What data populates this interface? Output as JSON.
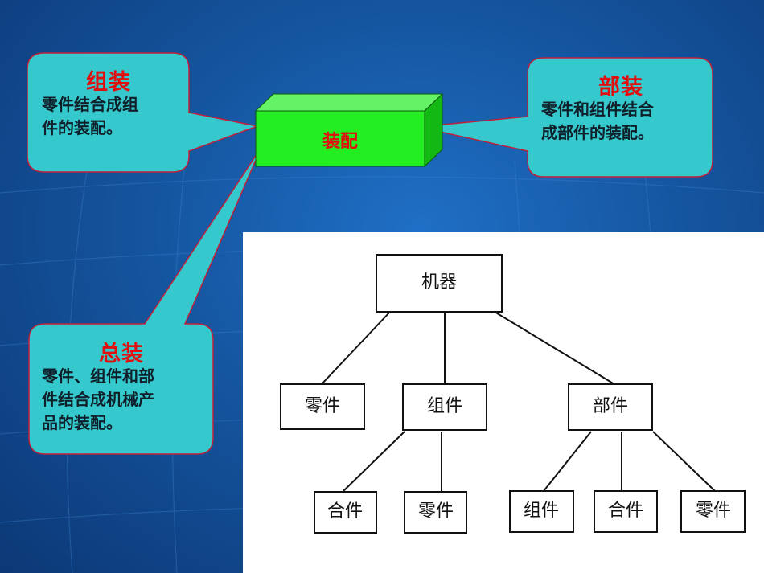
{
  "assembly_box": {
    "label": "装配"
  },
  "callouts": {
    "zuzhuang": {
      "title": "组装",
      "text": "零件结合成组\n件的装配。"
    },
    "buzhuang": {
      "title": "部装",
      "text": "零件和组件结合\n成部件的装配。"
    },
    "zongzhuang": {
      "title": "总装",
      "text": "零件、组件和部\n件结合成机械产\n品的装配。"
    }
  },
  "tree": {
    "root": "机器",
    "level1": [
      "零件",
      "组件",
      "部件"
    ],
    "level2_under_zujian": [
      "合件",
      "零件"
    ],
    "level2_under_bujian": [
      "组件",
      "合件",
      "零件"
    ]
  },
  "colors": {
    "callout_fill": "#35c8cc",
    "callout_stroke": "#c0203a",
    "title_red": "#e01010",
    "box_green": "#22ee22"
  }
}
